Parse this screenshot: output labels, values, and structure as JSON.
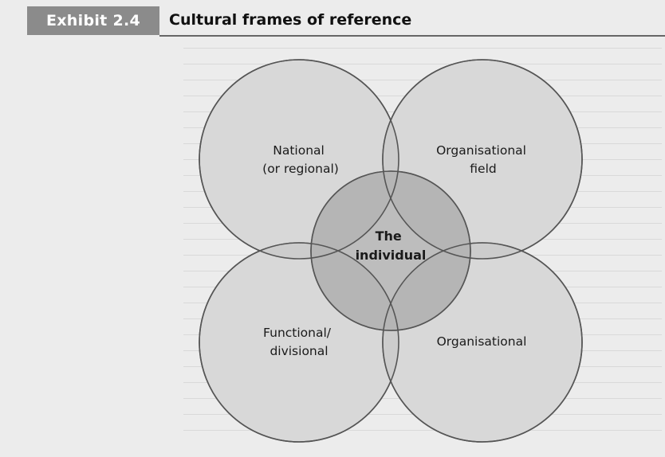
{
  "header": {
    "exhibit_label": "Exhibit 2.4",
    "title": "Cultural frames of reference"
  },
  "diagram": {
    "labels": {
      "national": [
        "National",
        "(or regional)"
      ],
      "organisational_field": [
        "Organisational",
        "field"
      ],
      "individual": [
        "The",
        "individual"
      ],
      "functional": [
        "Functional/",
        "divisional"
      ],
      "organisational": [
        "Organisational"
      ]
    },
    "colors": {
      "circle_fill": "#d8d8d8",
      "circle_stroke": "#555555",
      "center_fill": "#b9b9b9",
      "overlap_fill": "#c6c6c6"
    }
  }
}
